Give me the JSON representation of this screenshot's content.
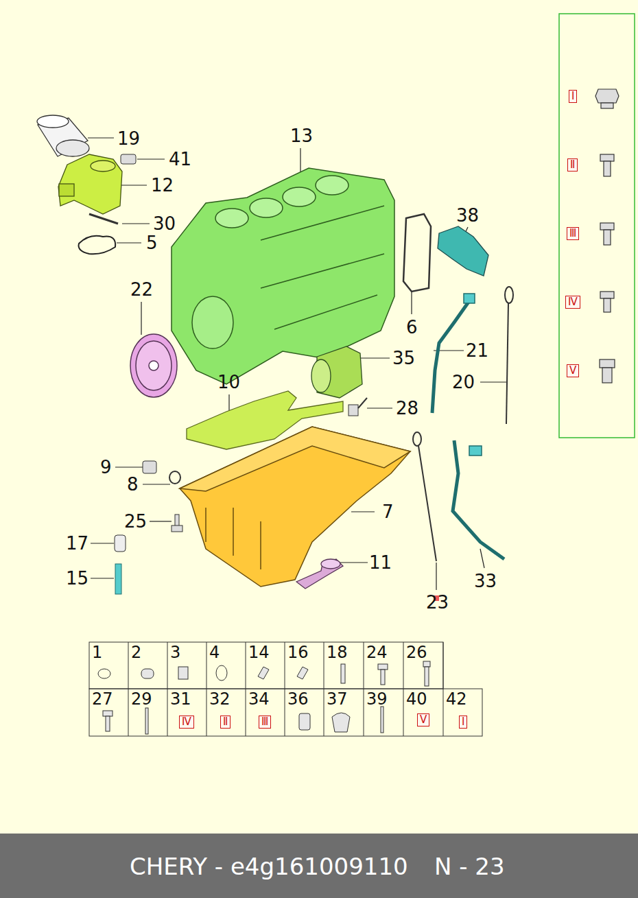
{
  "diagram": {
    "caption": "CHERY - e4g161009110",
    "nodes": [
      {
        "text": [
          "Ⅰ"
        ]
      },
      {
        "text": [
          "Ⅱ"
        ]
      },
      {
        "text": [
          "Ⅲ"
        ]
      },
      {
        "text": [
          "Ⅳ"
        ]
      },
      {
        "text": [
          "Ⅴ"
        ]
      },
      {
        "text": [
          "Ⅳ"
        ]
      },
      {
        "text": [
          "Ⅱ"
        ]
      },
      {
        "text": [
          "Ⅲ"
        ]
      },
      {
        "text": [
          "Ⅴ"
        ]
      },
      {
        "text": [
          "Ⅰ"
        ]
      }
    ],
    "labels": [
      "19",
      "41",
      "12",
      "30",
      "5",
      "13",
      "38",
      "6",
      "22",
      "21",
      "35",
      "20",
      "10",
      "28",
      "9",
      "8",
      "7",
      "25",
      "17",
      "15",
      "11",
      "23",
      "33",
      "1",
      "2",
      "3",
      "4",
      "14",
      "16",
      "18",
      "24",
      "26",
      "27",
      "29",
      "31",
      "32",
      "34",
      "36",
      "37",
      "39",
      "40",
      "42",
      "N - 23"
    ]
  }
}
